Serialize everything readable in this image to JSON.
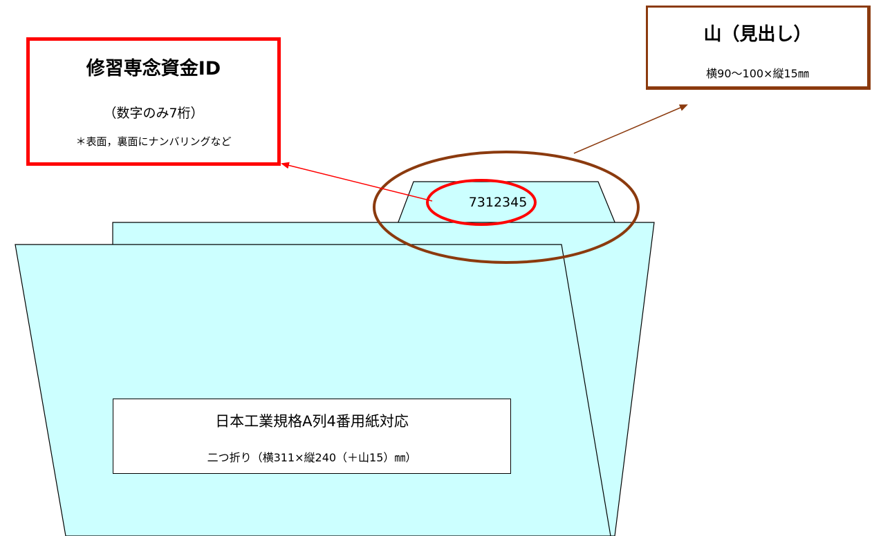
{
  "id_box": {
    "title": "修習専念資金ID",
    "subtitle": "（数字のみ7桁）",
    "note": "＊表面，裏面にナンバリングなど"
  },
  "tab_box": {
    "title": "山（見出し）",
    "size": "横90～100×縦15㎜"
  },
  "tab_label": "7312345",
  "spec_box": {
    "line1": "日本工業規格A列4番用紙対応",
    "line2": "二つ折り（横311×縦240（＋山15）㎜）"
  },
  "colors": {
    "folder_fill": "#ccffff",
    "id_accent": "#ff0000",
    "tab_accent": "#8b3a0e"
  }
}
